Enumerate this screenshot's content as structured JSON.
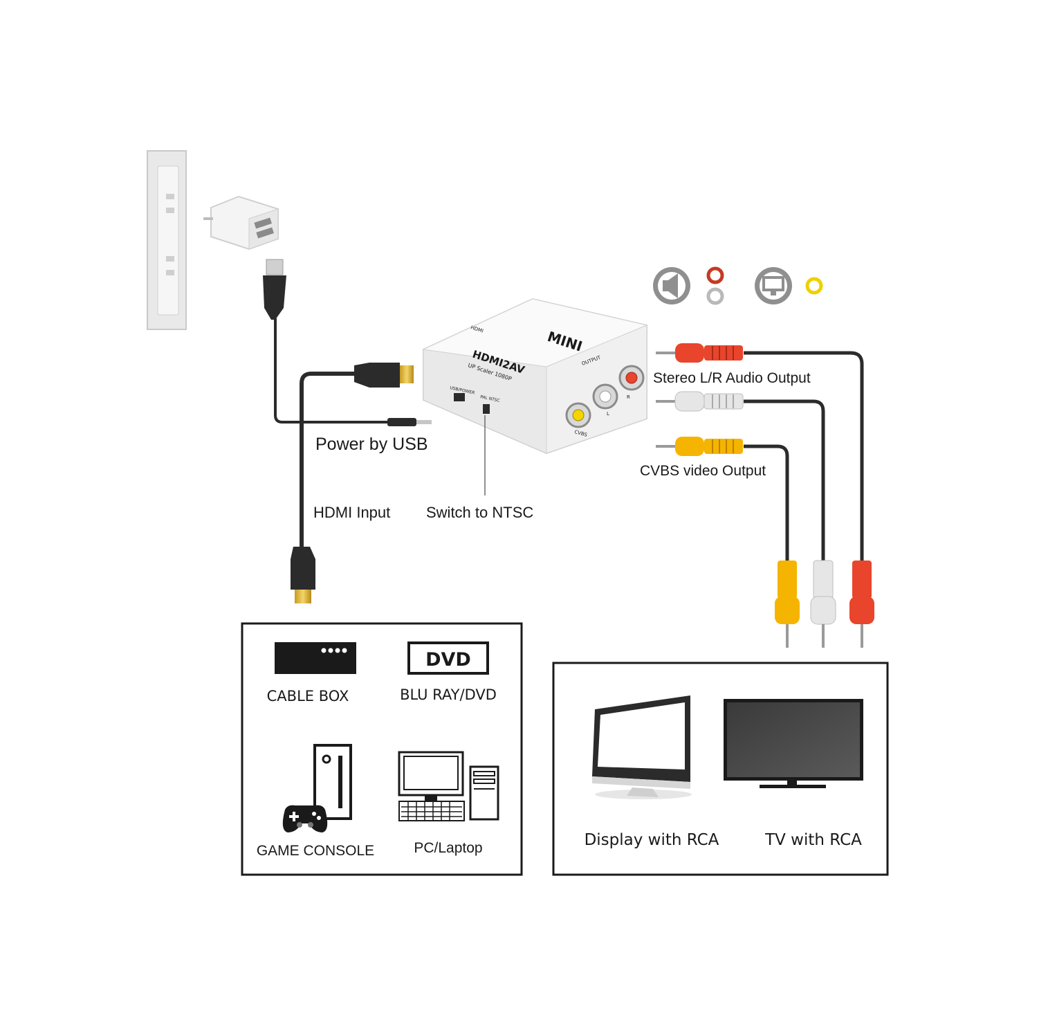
{
  "labels": {
    "power_by_usb": "Power by USB",
    "hdmi_input": "HDMI Input",
    "switch_to_ntsc": "Switch to NTSC",
    "stereo_output": "Stereo L/R Audio Output",
    "cvbs_output": "CVBS video Output"
  },
  "adapter": {
    "brand": "MINI",
    "model": "HDMI2AV",
    "subtitle": "UP Scaler 1080P",
    "port_usb": "USB/POWER",
    "port_switch": "PAL NTSC",
    "port_output": "OUTPUT",
    "port_hdmi": "HDMI",
    "jack_cvbs": "CVBS",
    "jack_l": "L",
    "jack_r": "R"
  },
  "sources": {
    "cable_box": "CABLE BOX",
    "dvd_logo": "DVD",
    "blu_ray": "BLU RAY/DVD",
    "game_console": "GAME CONSOLE",
    "pc": "PC/Laptop"
  },
  "displays": {
    "display": "Display with RCA",
    "tv": "TV with RCA"
  },
  "colors": {
    "red_plug": "#e8452c",
    "white_plug": "#e6e6e6",
    "yellow_plug": "#f5b400",
    "cable": "#2b2b2b",
    "hdmi_gold": "#d9a928",
    "adapter_body": "#f2f2f2"
  },
  "icons": [
    "speaker-icon",
    "audio-jack-icon",
    "monitor-icon",
    "video-jack-icon"
  ]
}
